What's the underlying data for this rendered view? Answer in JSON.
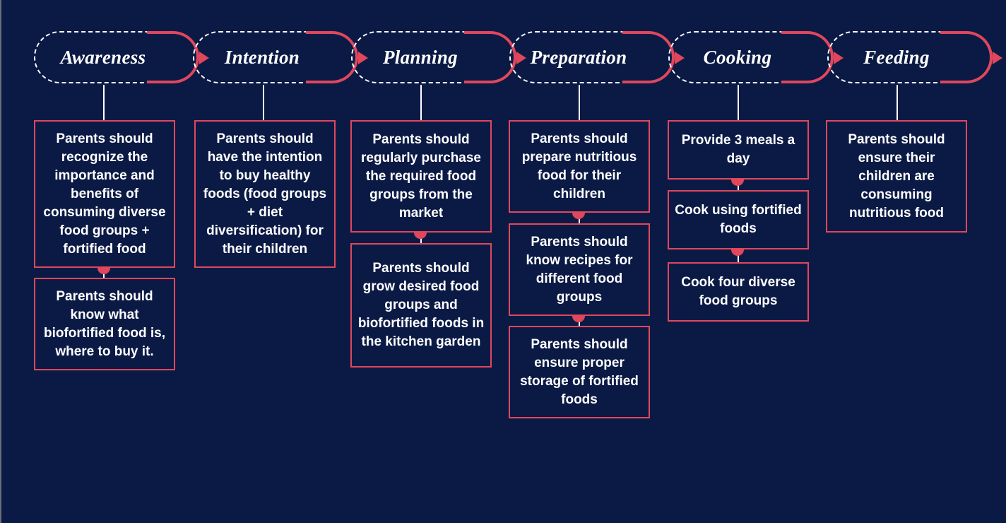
{
  "stages": [
    {
      "title": "Awareness",
      "boxes": [
        "Parents should recognize the importance and benefits of consuming diverse food groups + fortified food",
        "Parents should know what biofortified food is, where to buy it."
      ]
    },
    {
      "title": "Intention",
      "boxes": [
        "Parents should have the intention to buy healthy foods (food groups + diet diversification) for their children"
      ]
    },
    {
      "title": "Planning",
      "boxes": [
        "Parents should regularly purchase the required food groups from the market",
        "Parents should grow desired food groups and biofortified foods in the kitchen garden"
      ]
    },
    {
      "title": "Preparation",
      "boxes": [
        "Parents should prepare nutritious food for their children",
        "Parents should know recipes for different food groups",
        "Parents should ensure proper storage of fortified foods"
      ]
    },
    {
      "title": "Cooking",
      "boxes": [
        "Provide 3 meals a day",
        "Cook using fortified foods",
        "Cook four diverse food groups"
      ]
    },
    {
      "title": "Feeding",
      "boxes": [
        "Parents should ensure their children are consuming nutritious food"
      ]
    }
  ],
  "colors": {
    "background": "#0b1a45",
    "accent": "#e0475c",
    "text": "#ffffff"
  }
}
